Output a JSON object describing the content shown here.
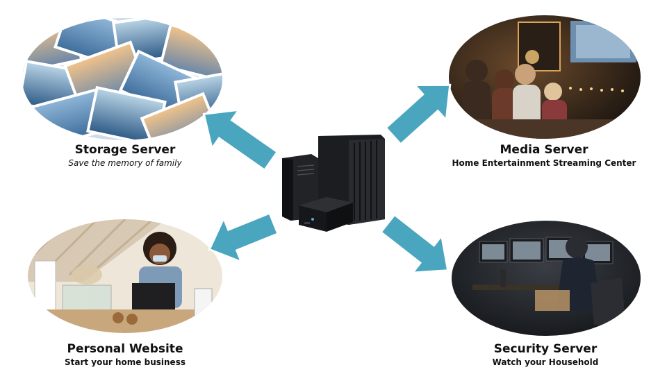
{
  "colors": {
    "arrow": "#4aa6bf",
    "arrow_edge": "#ffffff",
    "device": "#1c1d20"
  },
  "nodes": [
    {
      "id": "storage",
      "title": "Storage Server",
      "subtitle": "Save the memory of family",
      "subtitle_style": "italic"
    },
    {
      "id": "media",
      "title": "Media Server",
      "subtitle": "Home Entertainment Streaming Center",
      "subtitle_style": "normal"
    },
    {
      "id": "website",
      "title": "Personal Website",
      "subtitle": "Start your home business",
      "subtitle_style": "normal"
    },
    {
      "id": "security",
      "title": "Security Server",
      "subtitle": "Watch your Household",
      "subtitle_style": "normal"
    }
  ],
  "center": {
    "icon": "mini-pc-devices-icon"
  }
}
